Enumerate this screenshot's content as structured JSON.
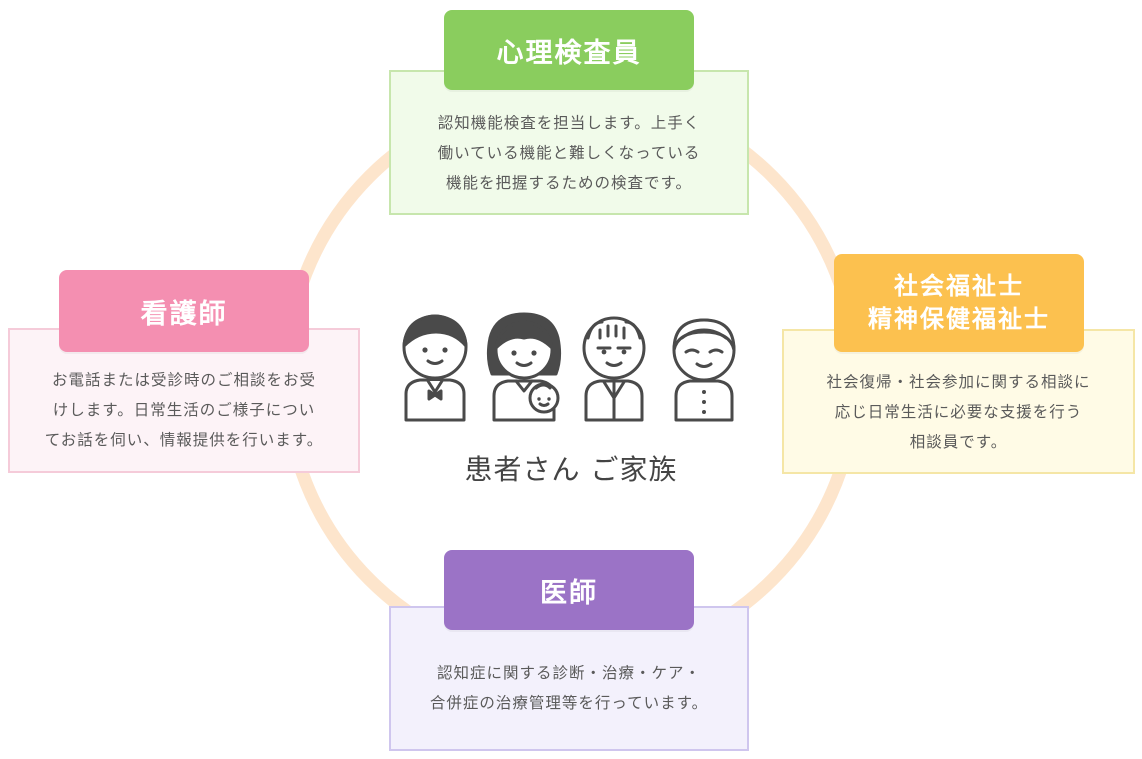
{
  "center": {
    "label": "患者さん ご家族"
  },
  "roles": {
    "top": {
      "title": "心理検査員",
      "description": "認知機能検査を担当します。上手く\n働いている機能と難しくなっている\n機能を把握するための検査です。"
    },
    "left": {
      "title": "看護師",
      "description": "お電話または受診時のご相談をお受\nけします。日常生活のご様子につい\nてお話を伺い、情報提供を行います。"
    },
    "right": {
      "title": "社会福祉士\n精神保健福祉士",
      "description": "社会復帰・社会参加に関する相談に\n応じ日常生活に必要な支援を行う\n相談員です。"
    },
    "bottom": {
      "title": "医師",
      "description": "認知症に関する診断・治療・ケア・\n合併症の治療管理等を行っています。"
    }
  },
  "colors": {
    "ring": "#fde5cc",
    "top": "#8acd5e",
    "left": "#f48fb1",
    "right": "#fcc14f",
    "bottom": "#9b73c6",
    "icon_stroke": "#4a4a4a"
  },
  "icons": [
    "man-icon",
    "woman-with-baby-icon",
    "grandfather-icon",
    "grandmother-icon"
  ]
}
